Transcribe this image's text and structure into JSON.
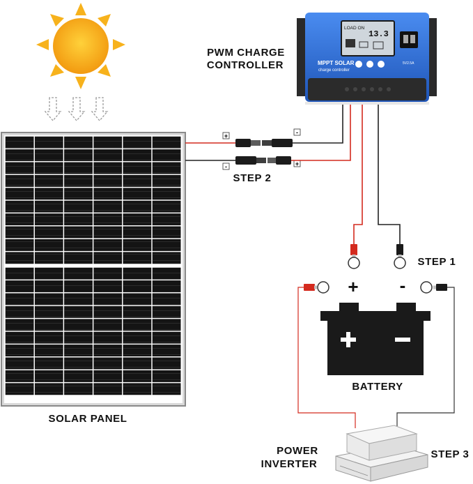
{
  "labels": {
    "controller_line1": "PWM CHARGE",
    "controller_line2": "CONTROLLER",
    "step1": "STEP 1",
    "step2": "STEP 2",
    "step3": "STEP 3",
    "battery": "BATTERY",
    "solar_panel": "SOLAR PANEL",
    "inverter_line1": "POWER",
    "inverter_line2": "INVERTER"
  },
  "controller": {
    "screen_load": "LOAD ON",
    "screen_value": "13.3",
    "brand_line1": "MPPT SOLAR",
    "brand_line2": "charge controller",
    "spec": "5V2.5A"
  },
  "polarity": {
    "plus": "+",
    "minus": "-"
  },
  "colors": {
    "positive_wire": "#d42a1e",
    "negative_wire": "#222222",
    "controller_blue": "#2f6fd8",
    "sun": "#f7b21c",
    "panel": "#1a1a1a"
  }
}
